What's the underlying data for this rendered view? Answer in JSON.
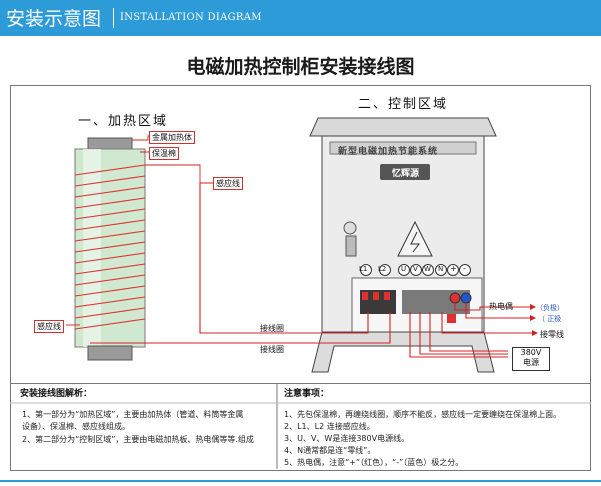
{
  "header": {
    "title": "安装示意图",
    "subtitle": "INSTALLATION DIAGRAM"
  },
  "main_title": "电磁加热控制柜安装接线图",
  "heating_zone": {
    "title": "一、加热区域",
    "labels": {
      "metal_heater": "金属加热体",
      "insulation": "保温棉",
      "coil_top": "感应线",
      "coil_left": "感应线"
    }
  },
  "control_zone": {
    "title": "二、控制区域",
    "cabinet_text": "新型电磁加热节能系统",
    "brand": "忆辉源",
    "terminals": [
      "L1",
      "L2",
      "U",
      "V",
      "W",
      "N",
      "+",
      "-"
    ],
    "thermocouple": "热电偶",
    "negative": "（负极）",
    "positive": "（ 正极",
    "neutral": "接零线",
    "coil_wire_1": "接线圈",
    "coil_wire_2": "接线圈",
    "power_voltage": "380V",
    "power_label": "电源"
  },
  "analysis": {
    "title": "安装接线图解析：",
    "lines": [
      "1、第一部分为“加热区域”，主要由加热体（管道、料筒等金属",
      "设备）、保温棉、感应线组成。",
      "2、第二部分为“控制区域”，主要由电磁加热板、热电偶等等.组成"
    ]
  },
  "notes": {
    "title": "注意事项：",
    "lines": [
      "1、先包保温棉，再缠绕线圈，顺序不能反，感应线一定要缠绕在保温棉上面。",
      "2、L1、L2 连接感应线。",
      "3、U、V、W是连接380V电源线。",
      "4、N通常都是连“零线”。",
      "5、热电偶，注意“+”（红色），“-”（蓝色）极之分。"
    ]
  },
  "colors": {
    "header_blue": "#2e9bd9",
    "wire_red": "#d42020",
    "coil_red": "#e03030",
    "pipe_green": "#cfe8cf",
    "pole_blue": "#2255cc"
  }
}
